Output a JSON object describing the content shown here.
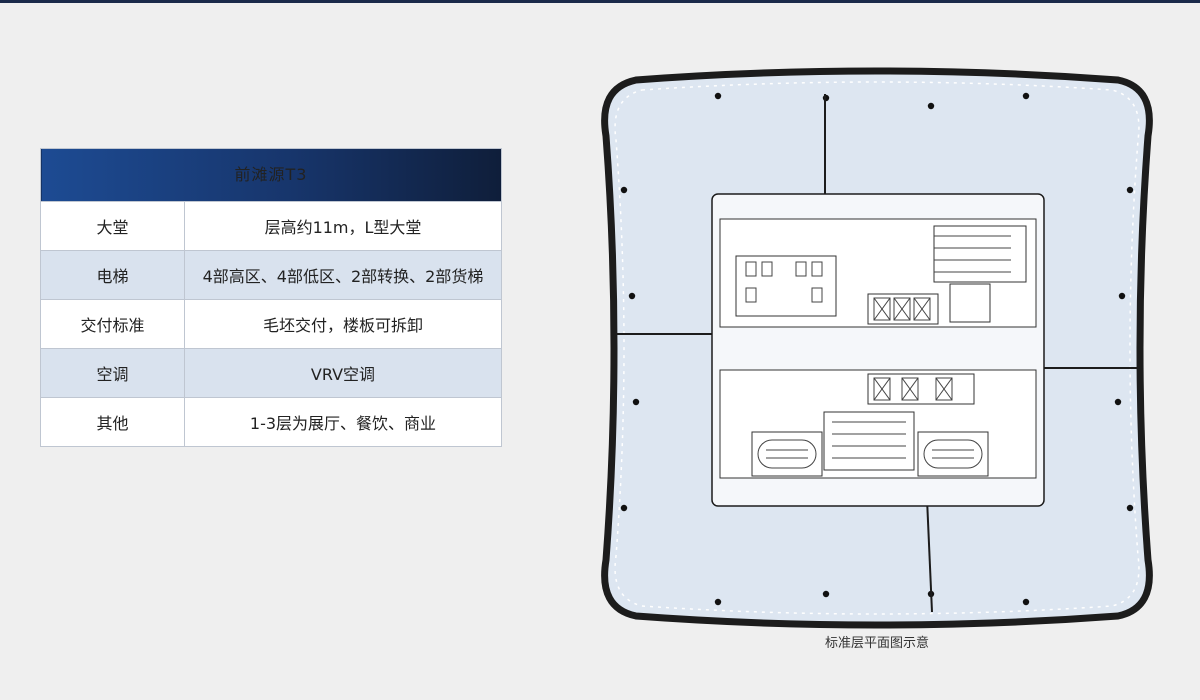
{
  "table": {
    "title": "前滩源T3",
    "rows": [
      {
        "label": "大堂",
        "value": "层高约11m，L型大堂"
      },
      {
        "label": "电梯",
        "value": "4部高区、4部低区、2部转换、2部货梯"
      },
      {
        "label": "交付标准",
        "value": "毛坯交付，楼板可拆卸"
      },
      {
        "label": "空调",
        "value": "VRV空调"
      },
      {
        "label": "其他",
        "value": "1-3层为展厅、餐饮、商业"
      }
    ]
  },
  "floorplan": {
    "caption": "标准层平面图示意"
  },
  "colors": {
    "header_start": "#1d4b93",
    "header_end": "#0f1e3a",
    "row_alt": "#d9e2ee",
    "floor_fill": "#dde6f1"
  }
}
